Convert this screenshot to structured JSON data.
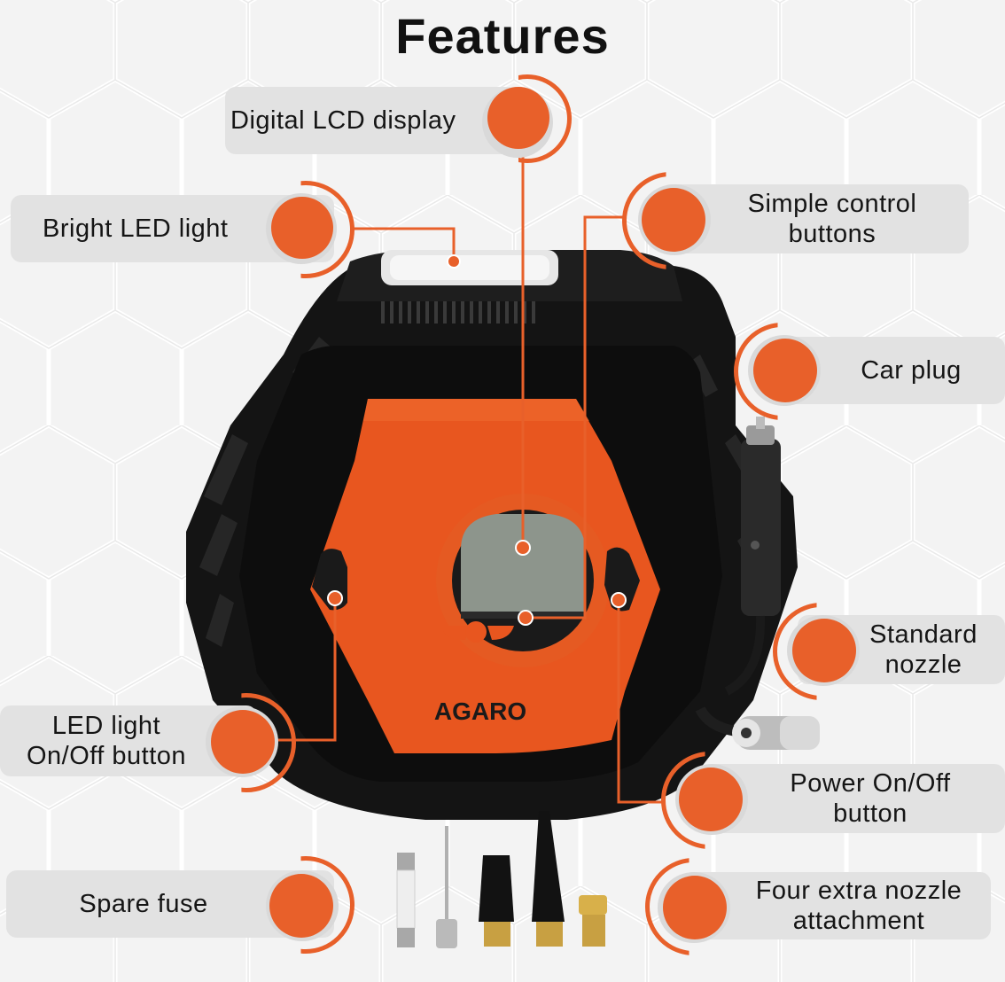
{
  "title": "Features",
  "brand": "AGARO",
  "colors": {
    "accent": "#e8602a",
    "pill": "#e2e2e2",
    "body_black": "#141414",
    "panel_orange": "#e8561f",
    "lcd": "#8d958c"
  },
  "callouts": [
    {
      "id": "digital-lcd-display",
      "line1": "Digital LCD display",
      "line2": ""
    },
    {
      "id": "bright-led-light",
      "line1": "Bright LED light",
      "line2": ""
    },
    {
      "id": "simple-control-buttons",
      "line1": "Simple control",
      "line2": "buttons"
    },
    {
      "id": "car-plug",
      "line1": "Car plug",
      "line2": ""
    },
    {
      "id": "standard-nozzle",
      "line1": "Standard",
      "line2": "nozzle"
    },
    {
      "id": "led-light-button",
      "line1": "LED light",
      "line2": "On/Off button"
    },
    {
      "id": "power-button",
      "line1": "Power On/Off",
      "line2": "button"
    },
    {
      "id": "spare-fuse",
      "line1": "Spare fuse",
      "line2": ""
    },
    {
      "id": "extra-nozzles",
      "line1": "Four extra nozzle",
      "line2": "attachment"
    }
  ],
  "accessories": [
    "fuse",
    "inflation-needle",
    "short-cone-nozzle",
    "long-cone-nozzle",
    "presta-adapter"
  ]
}
